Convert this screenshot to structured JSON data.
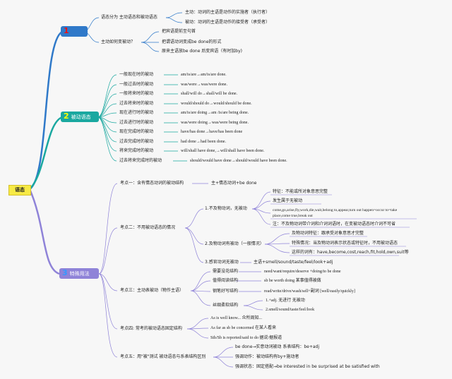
{
  "root": "语态",
  "branch1": {
    "num": "1",
    "label": "",
    "a": "语态分为 主动语态和被动语态",
    "a_sub1": "主动：动词的主语是动作的实施者（执行者）",
    "a_sub2": "被动：动词的主语是动作的接受者（承受者）",
    "b": "主动如何变被动？",
    "b_sub1": "把宾语提前至句首",
    "b_sub2": "把谓语动词变成be done的形式",
    "b_sub3": "原来主语放be done 后变宾语（有时加by)"
  },
  "branch2": {
    "num": "2",
    "label": "被动语态",
    "tenses": [
      {
        "name": "一般现在时的被动",
        "form": "am/is/are→am/is/are done."
      },
      {
        "name": "一般过去时的被动",
        "form": "was/were→was/were done."
      },
      {
        "name": "一般将来时的被动",
        "form": "shall/will do→shall/will be done."
      },
      {
        "name": "过去将来时的被动",
        "form": "would/should do→would/should be done."
      },
      {
        "name": "现在进行时的被动",
        "form": "am/is/are doing→am /is/are being done."
      },
      {
        "name": "过去进行时的被动",
        "form": "was/were doing→was/were being done."
      },
      {
        "name": "现在完成时的被动",
        "form": "have/has done→have/has been done"
      },
      {
        "name": "过去完成时的被动",
        "form": "had done→had been done."
      },
      {
        "name": "将来完成时的被动",
        "form": "will/shall have done,→will/shall have been done."
      },
      {
        "name": "过去将来完成时的被动",
        "form": "should/would have done→should/would have been done."
      }
    ]
  },
  "branch3": {
    "num": "3",
    "label": "特殊用法",
    "k1": "考点一：含有情态动词的被动结构",
    "k1_a": "主+情态动词+be done",
    "k2": "考点二：不用被动语态的情况",
    "k2_1": "1.不及物动词，无被动",
    "k2_1a": "特征：不能或所对象意思完整",
    "k2_1b": "发生属于无被动",
    "k2_1c1": "come,go,arise,fly,work,die,wait,belong to,appear,turn out happen=occur to=take",
    "k2_1c2": "place,come true,break out",
    "k2_1d": "注：不及物动词带介词和介词词语时，在变被动语态时介词不可省",
    "k2_2": "2.及物动词有被动（一般情况）",
    "k2_2a": "及物动词特征：跟承受对象意思才完整",
    "k2_2b": "特殊情况：当及物动词表示状态或特征时，不用被动语态",
    "k2_2c": "这样的词有：have,become,cost,reach,fit,hold,own,suit等",
    "k2_3": "3.感官动词无被动",
    "k2_3a": "主语+smell/sound/taste/feel/look+adj",
    "k3": "考点三：主动表被动（物作主语）",
    "k3_a": "需要没花结构",
    "k3_a1": "need/want/require/deserve +doing/to be done",
    "k3_b": "值得阅读结构",
    "k3_b1": "sb be worth doing 某事值得被做",
    "k3_c": "钢笔好写结构",
    "k3_c1": "read/write/drive/wash/sell+副词 [well/easily/quickly]",
    "k3_d": "丝绸柔软结构",
    "k3_d1": "1.+adj. 无进行 无被动",
    "k3_d2": "2.smell/sound/taste/feel/look",
    "k4": "考点四: 常考的被动语态固定结构",
    "k4_a": "As is well know... 众所周知...",
    "k4_b": "As far as sb be concerned 在某人看来",
    "k4_c": "Sth/Sb is reported/said to do 据说/据报道",
    "k5": "考点五：用\"被\"测试 被动语态与系表结构区别",
    "k5_a": "be done→实意动词被动 系表结构：be+adj",
    "k5_b": "强调动作：被动结构有by+施动者",
    "k5_c": "强调状态：固定搭配→be interested in be surprised at be satisfied with"
  },
  "colors": {
    "blue": "#2f79c9",
    "green": "#1aa8a0",
    "purple": "#8f83d8",
    "root": "#f7ea45"
  }
}
